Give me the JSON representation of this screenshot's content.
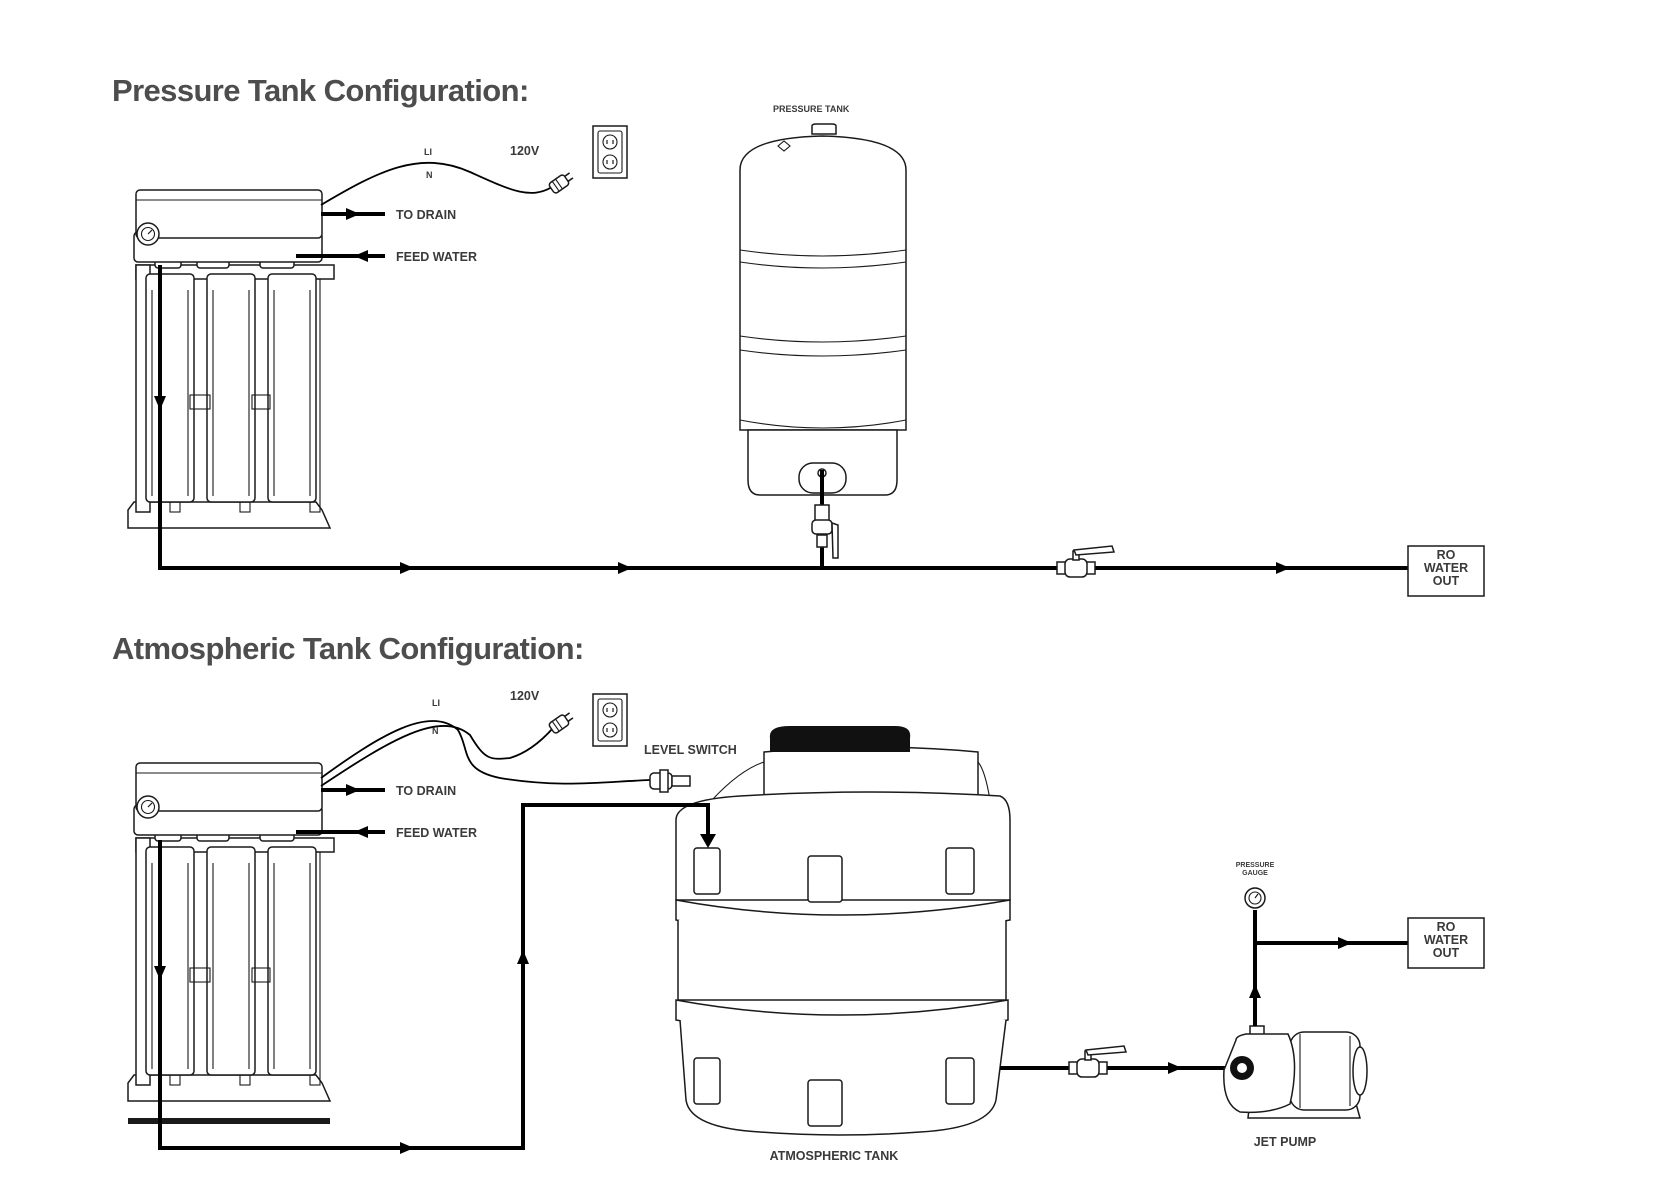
{
  "sections": [
    {
      "heading": "Pressure Tank Configuration:",
      "power": {
        "voltage": "120V",
        "line_label": "LI",
        "neutral_label": "N"
      },
      "to_drain": "TO DRAIN",
      "feed_water": "FEED WATER",
      "tank_label": "PRESSURE TANK",
      "outlet": [
        "RO",
        "WATER",
        "OUT"
      ]
    },
    {
      "heading": "Atmospheric Tank Configuration:",
      "power": {
        "voltage": "120V",
        "line_label": "LI",
        "neutral_label": "N"
      },
      "to_drain": "TO DRAIN",
      "feed_water": "FEED WATER",
      "level_switch": "LEVEL SWITCH",
      "tank_label": "ATMOSPHERIC TANK",
      "gauge_label": [
        "PRESSURE",
        "GAUGE"
      ],
      "pump_label": "JET PUMP",
      "outlet": [
        "RO",
        "WATER",
        "OUT"
      ]
    }
  ],
  "icons": [
    "ro-unit-icon",
    "pressure-gauge-icon",
    "power-outlet-icon",
    "plug-icon",
    "pressure-tank-icon",
    "ball-valve-icon",
    "atmospheric-tank-icon",
    "jet-pump-icon"
  ],
  "colors": {
    "pipe": "#000000",
    "heading": "#4d4d4d",
    "label": "#3a3a3a"
  }
}
